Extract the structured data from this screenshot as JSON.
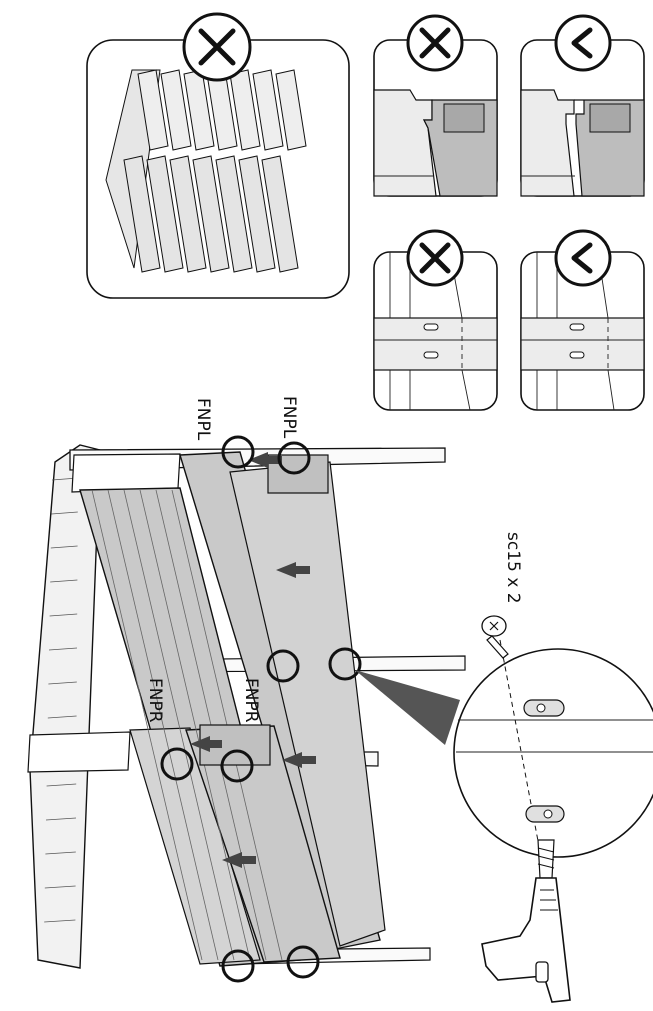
{
  "labels": {
    "part_top_left": "FNPL",
    "part_top_right": "FNPL",
    "part_bottom_left": "FNPR",
    "part_bottom_right": "FNPR",
    "screw_spec": "sc15 x 2"
  },
  "colors": {
    "panel_fill": "#c9c9c9",
    "arrow": "#444444",
    "line": "#111111"
  },
  "icons": {
    "wrong": "cross-mark-icon",
    "right": "check-mark-icon",
    "tool": "power-drill-icon",
    "fastener": "screw-icon"
  }
}
